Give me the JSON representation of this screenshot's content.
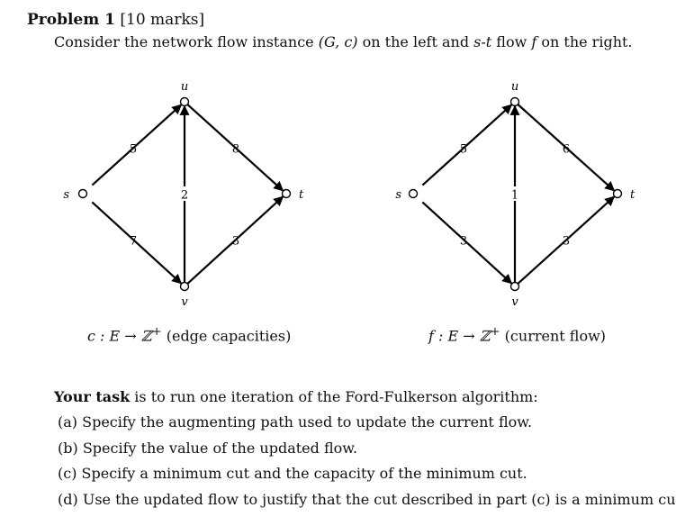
{
  "problem": {
    "title_bold": "Problem 1",
    "marks": "[10 marks]",
    "intro_before": "Consider the network flow instance ",
    "intro_math": "(G, c)",
    "intro_middle": " on the left and ",
    "intro_st": "s-t",
    "intro_flow_word": " flow ",
    "intro_f": "f",
    "intro_after": " on the right."
  },
  "nodes": {
    "s": "s",
    "u": "u",
    "v": "v",
    "t": "t"
  },
  "capacity_graph": {
    "caption_math": "c : E → ℤ",
    "caption_sup": "+",
    "caption_text": " (edge capacities)",
    "edges": [
      {
        "from": "s",
        "to": "u",
        "label": "5"
      },
      {
        "from": "s",
        "to": "v",
        "label": "7"
      },
      {
        "from": "v",
        "to": "u",
        "label": "2"
      },
      {
        "from": "u",
        "to": "t",
        "label": "8"
      },
      {
        "from": "v",
        "to": "t",
        "label": "3"
      }
    ]
  },
  "flow_graph": {
    "caption_math": "f : E → ℤ",
    "caption_sup": "+",
    "caption_text": " (current flow)",
    "edges": [
      {
        "from": "s",
        "to": "u",
        "label": "5"
      },
      {
        "from": "s",
        "to": "v",
        "label": "3"
      },
      {
        "from": "v",
        "to": "u",
        "label": "1"
      },
      {
        "from": "u",
        "to": "t",
        "label": "6"
      },
      {
        "from": "v",
        "to": "t",
        "label": "3"
      }
    ]
  },
  "task": {
    "lead_bold": "Your task",
    "lead_rest": " is to run one iteration of the Ford-Fulkerson algorithm:",
    "parts": [
      {
        "marker": "(a)",
        "text": "Specify the augmenting path used to update the current flow."
      },
      {
        "marker": "(b)",
        "text": "Specify the value of the updated flow."
      },
      {
        "marker": "(c)",
        "text": "Specify a minimum cut and the capacity of the minimum cut."
      },
      {
        "marker": "(d)",
        "text": "Use the updated flow to justify that the cut described in part (c) is a minimum cut."
      }
    ]
  }
}
